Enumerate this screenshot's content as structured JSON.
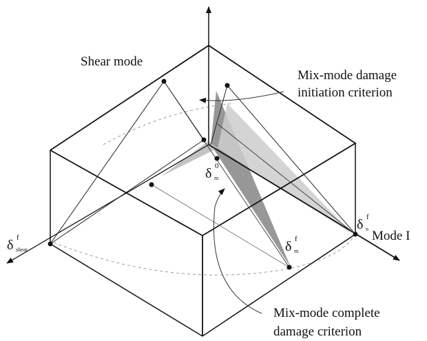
{
  "labels": {
    "shear_mode": "Shear mode",
    "mode_i": "Mode I",
    "initiation_line1": "Mix-mode damage",
    "initiation_line2": "initiation criterion",
    "complete_line1": "Mix-mode complete",
    "complete_line2": "damage criterion"
  },
  "symbols": {
    "delta": "δ",
    "shear_sup": "f",
    "shear_sub": "shear",
    "m0_sup": "0",
    "m0_sub": "m",
    "n_sup": "f",
    "n_sub": "n",
    "mf_sup": "f",
    "mf_sub": "m"
  },
  "colors": {
    "line": "#111111",
    "thin_line": "#555555",
    "dashed": "#9a9a9a",
    "dark_plane": "#8c8c8c",
    "light_plane": "#c4c4c4"
  }
}
